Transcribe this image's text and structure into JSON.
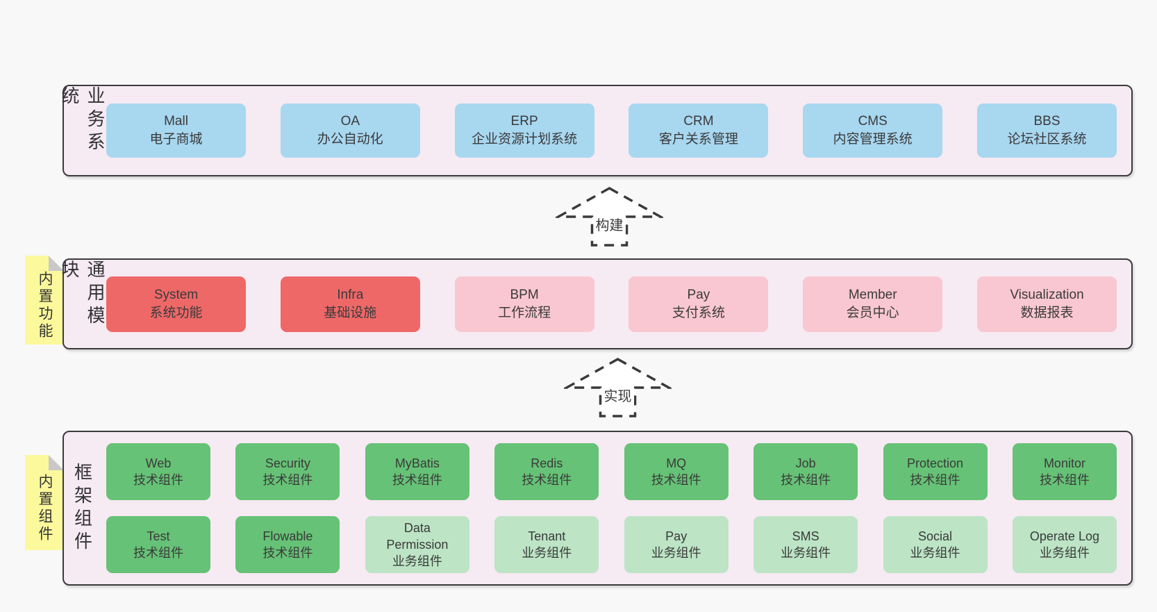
{
  "colors": {
    "page_bg": "#f8f8f8",
    "container_bg": "#f6eaf3",
    "border": "#3b3b3b",
    "system_blue": "#a8d7f0",
    "core_red": "#ef6868",
    "module_pink": "#f9c7d1",
    "tech_green": "#66c276",
    "biz_light_green": "#bce4c5",
    "sticky_yellow": "#fbf99c",
    "fold_gray": "#c9c9c9"
  },
  "layers": [
    {
      "label": "业务系统",
      "boxes": [
        {
          "name": "Mall",
          "desc": "电子商城",
          "type": "system"
        },
        {
          "name": "OA",
          "desc": "办公自动化",
          "type": "system"
        },
        {
          "name": "ERP",
          "desc": "企业资源计划系统",
          "type": "system"
        },
        {
          "name": "CRM",
          "desc": "客户关系管理",
          "type": "system"
        },
        {
          "name": "CMS",
          "desc": "内容管理系统",
          "type": "system"
        },
        {
          "name": "BBS",
          "desc": "论坛社区系统",
          "type": "system"
        }
      ]
    },
    {
      "label": "通用模块",
      "note": "内置功能",
      "boxes": [
        {
          "name": "System",
          "desc": "系统功能",
          "type": "core"
        },
        {
          "name": "Infra",
          "desc": "基础设施",
          "type": "core"
        },
        {
          "name": "BPM",
          "desc": "工作流程",
          "type": "module"
        },
        {
          "name": "Pay",
          "desc": "支付系统",
          "type": "module"
        },
        {
          "name": "Member",
          "desc": "会员中心",
          "type": "module"
        },
        {
          "name": "Visualization",
          "desc": "数据报表",
          "type": "module"
        }
      ]
    },
    {
      "label": "框架组件",
      "note": "内置组件",
      "rows": [
        [
          {
            "name": "Web",
            "desc": "技术组件",
            "type": "tech"
          },
          {
            "name": "Security",
            "desc": "技术组件",
            "type": "tech"
          },
          {
            "name": "MyBatis",
            "desc": "技术组件",
            "type": "tech"
          },
          {
            "name": "Redis",
            "desc": "技术组件",
            "type": "tech"
          },
          {
            "name": "MQ",
            "desc": "技术组件",
            "type": "tech"
          },
          {
            "name": "Job",
            "desc": "技术组件",
            "type": "tech"
          },
          {
            "name": "Protection",
            "desc": "技术组件",
            "type": "tech"
          },
          {
            "name": "Monitor",
            "desc": "技术组件",
            "type": "tech"
          }
        ],
        [
          {
            "name": "Test",
            "desc": "技术组件",
            "type": "tech"
          },
          {
            "name": "Flowable",
            "desc": "技术组件",
            "type": "tech"
          },
          {
            "name": "Data Permission",
            "desc": "业务组件",
            "type": "biz"
          },
          {
            "name": "Tenant",
            "desc": "业务组件",
            "type": "biz"
          },
          {
            "name": "Pay",
            "desc": "业务组件",
            "type": "biz"
          },
          {
            "name": "SMS",
            "desc": "业务组件",
            "type": "biz"
          },
          {
            "name": "Social",
            "desc": "业务组件",
            "type": "biz"
          },
          {
            "name": "Operate Log",
            "desc": "业务组件",
            "type": "biz"
          }
        ]
      ]
    }
  ],
  "arrows": [
    {
      "label": "构建"
    },
    {
      "label": "实现"
    }
  ]
}
